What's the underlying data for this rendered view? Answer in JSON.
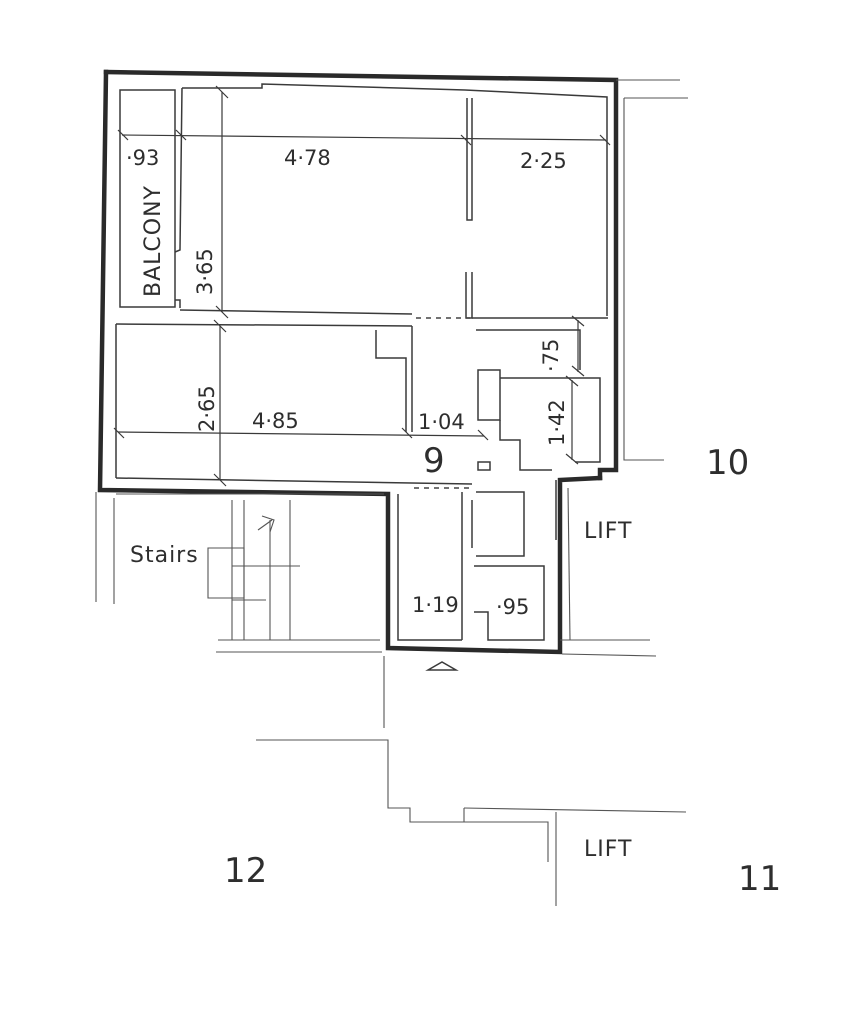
{
  "plan": {
    "unit_labels": {
      "unit_9": "9",
      "unit_10": "10",
      "unit_11": "11",
      "unit_12": "12"
    },
    "room_labels": {
      "balcony": "BALCONY",
      "stairs": "Stairs",
      "lift_upper": "LIFT",
      "lift_lower": "LIFT"
    },
    "dimensions": {
      "balcony_width": "·93",
      "room_width_a": "4·78",
      "room_width_b": "2·25",
      "room_depth_a": "3·65",
      "room_depth_b": "2·65",
      "room_width_c": "4·85",
      "hall_width": "1·04",
      "small_depth": "·75",
      "store_depth": "1·42",
      "entry_width": "1·19",
      "closet_width": "·95"
    }
  }
}
